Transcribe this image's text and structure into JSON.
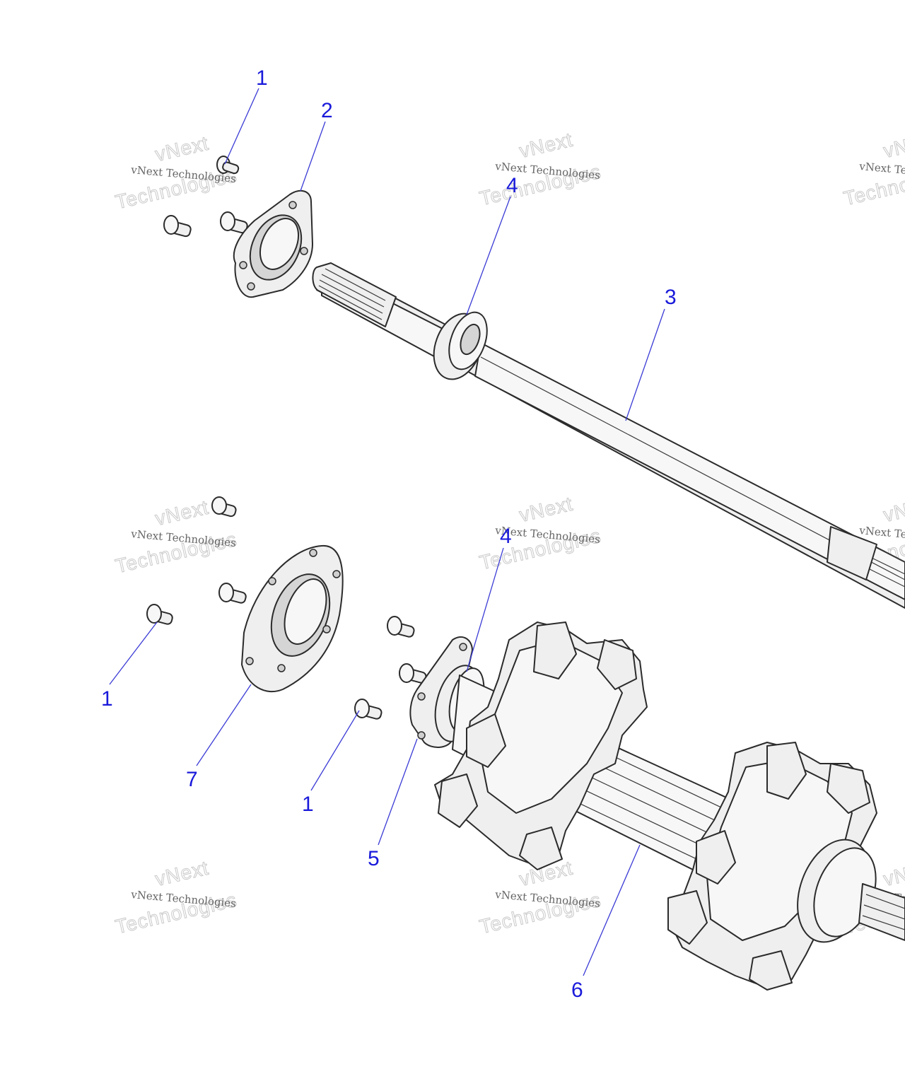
{
  "watermark": {
    "line1": "vNext Technologies",
    "line2": "vNext",
    "line3": "Technologies"
  },
  "callouts": [
    {
      "id": "c1a",
      "label": "1"
    },
    {
      "id": "c2",
      "label": "2"
    },
    {
      "id": "c4a",
      "label": "4"
    },
    {
      "id": "c3",
      "label": "3"
    },
    {
      "id": "c4b",
      "label": "4"
    },
    {
      "id": "c1b",
      "label": "1"
    },
    {
      "id": "c7",
      "label": "7"
    },
    {
      "id": "c1c",
      "label": "1"
    },
    {
      "id": "c5",
      "label": "5"
    },
    {
      "id": "c6",
      "label": "6"
    }
  ],
  "colors": {
    "callout": "#1a1adb",
    "line": "#2b2b2b",
    "part_fill": "#efefef"
  }
}
